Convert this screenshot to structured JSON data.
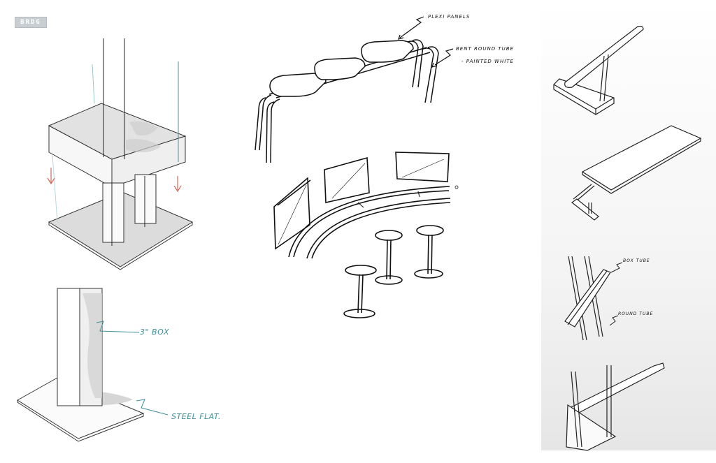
{
  "logo": {
    "text": "BRDG"
  },
  "sketches": {
    "left_top": {
      "name": "column-with-platform",
      "notes": []
    },
    "left_bottom": {
      "name": "column-on-plate",
      "notes": [
        "3\" BOX",
        "STEEL FLAT."
      ]
    },
    "center_top": {
      "name": "bench-with-plexi-panels",
      "notes": [
        "PLEXI PANELS",
        "BENT ROUND TUBE",
        "- PAINTED WHITE"
      ]
    },
    "center_bottom": {
      "name": "curved-rail-with-screens-and-stools",
      "notes": []
    },
    "right_column": {
      "name": "tube-structure-studies",
      "notes": [
        "BOX TUBE",
        "ROUND TUBE"
      ]
    }
  },
  "colors": {
    "ink": "#111111",
    "annotation_teal": "#3f8f9a",
    "arrow_red": "#d2695c",
    "shade_gray": "#d9d9d9",
    "logo_bg": "#c9ced3"
  }
}
